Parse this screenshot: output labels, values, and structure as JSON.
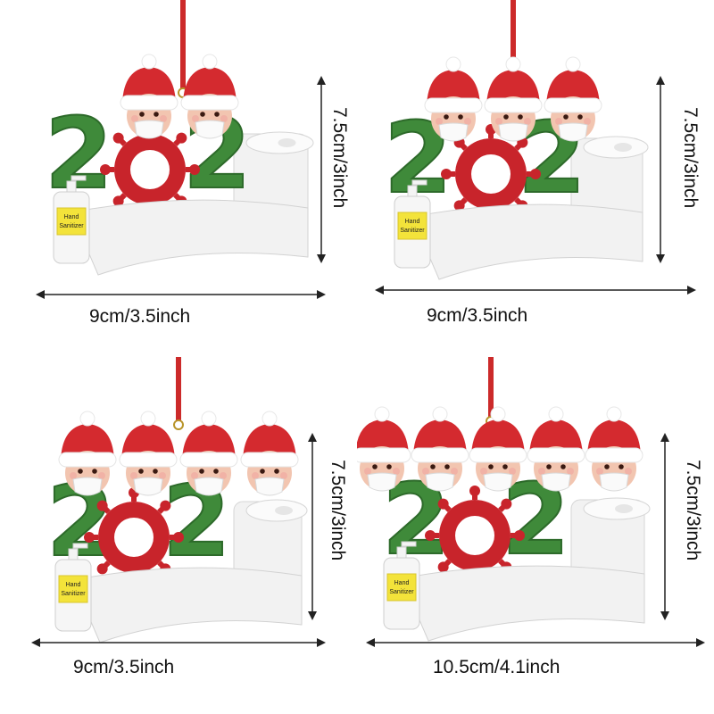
{
  "ornaments": [
    {
      "figures": 2,
      "width_label": "9cm/3.5inch",
      "height_label": "7.5cm/3inch"
    },
    {
      "figures": 3,
      "width_label": "9cm/3.5inch",
      "height_label": "7.5cm/3inch"
    },
    {
      "figures": 4,
      "width_label": "9cm/3.5inch",
      "height_label": "7.5cm/3inch"
    },
    {
      "figures": 5,
      "width_label": "10.5cm/4.1inch",
      "height_label": "7.5cm/3inch"
    }
  ],
  "sanitizer_label_line1": "Hand",
  "sanitizer_label_line2": "Sanitizer",
  "colors": {
    "glitter_green": "#3f8a3a",
    "ornament_red": "#c8242b",
    "hat_red": "#d42a2f",
    "skin": "#f2c5b0",
    "paper": "#f2f2f2",
    "ribbon": "#cc2a2a",
    "sanitizer_label": "#f3e33a"
  }
}
